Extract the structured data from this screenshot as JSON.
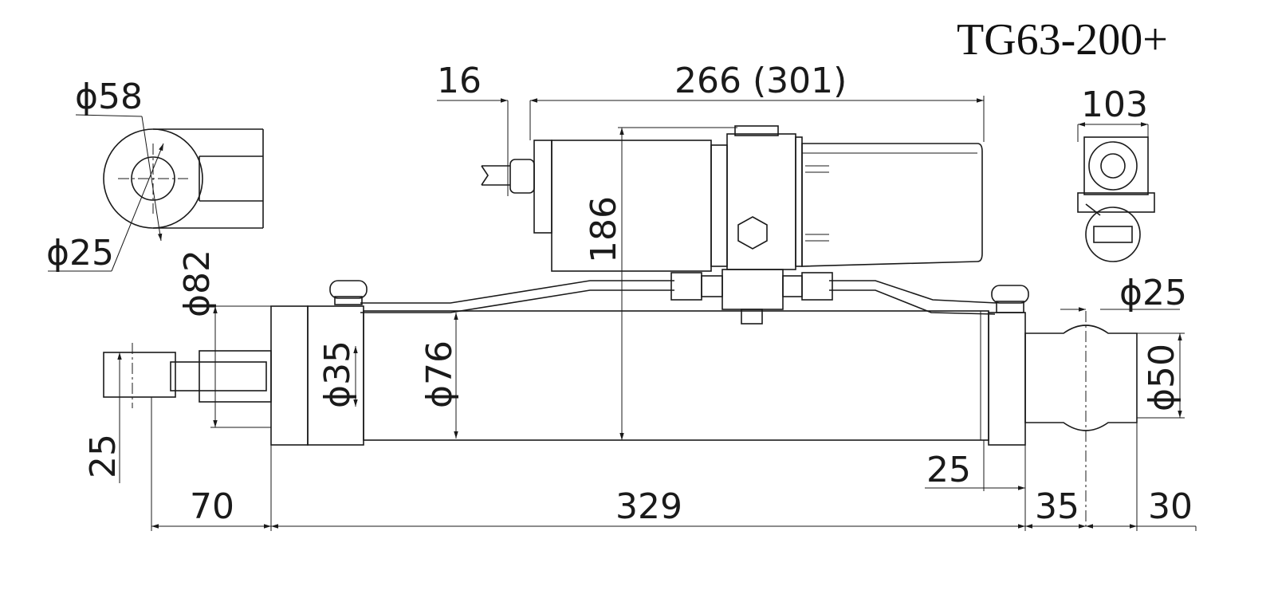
{
  "title": "TG63-200+",
  "dimensions": {
    "end_outer_dia": "ϕ58",
    "end_inner_dia": "ϕ25",
    "motor_offset": "16",
    "motor_length": "266 (301)",
    "height": "186",
    "motor_width": "103",
    "flange_dia": "ϕ82",
    "rod_dia": "ϕ35",
    "body_dia": "ϕ76",
    "clevis_dia": "ϕ25",
    "clevis_outer_dia": "ϕ50",
    "rod_end_height": "25",
    "rod_extension": "70",
    "body_length": "329",
    "cap_gap": "25",
    "clevis_length": "35",
    "clevis_end": "30"
  }
}
